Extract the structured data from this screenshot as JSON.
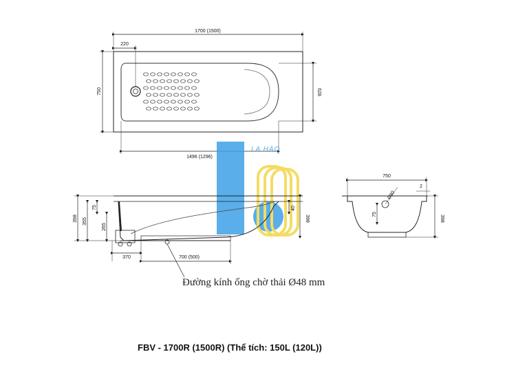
{
  "top_view": {
    "overall_length": "1700 (1500)",
    "drain_offset": "220",
    "overall_width": "750",
    "inner_width": "628",
    "inner_length": "1496 (1296)"
  },
  "side_view": {
    "height_total": "398",
    "height_rim": "355",
    "height_drain_top": "75",
    "height_drain": "265",
    "depth_slope": "40",
    "height_right": "398",
    "drain_distance": "370",
    "support_distance": "700 (500)"
  },
  "end_view": {
    "width": "750",
    "gap": "2",
    "hole": "Ø80",
    "drain_height": "75",
    "height": "398"
  },
  "watermark": {
    "brand_text": "LA HÀO",
    "colors": {
      "blue": "#3ea0e6",
      "yellow": "#f3d64a"
    }
  },
  "note": "Đường kính ống chờ thải Ø48 mm",
  "caption": "FBV - 1700R (1500R) (Thể tích: 150L (120L))"
}
